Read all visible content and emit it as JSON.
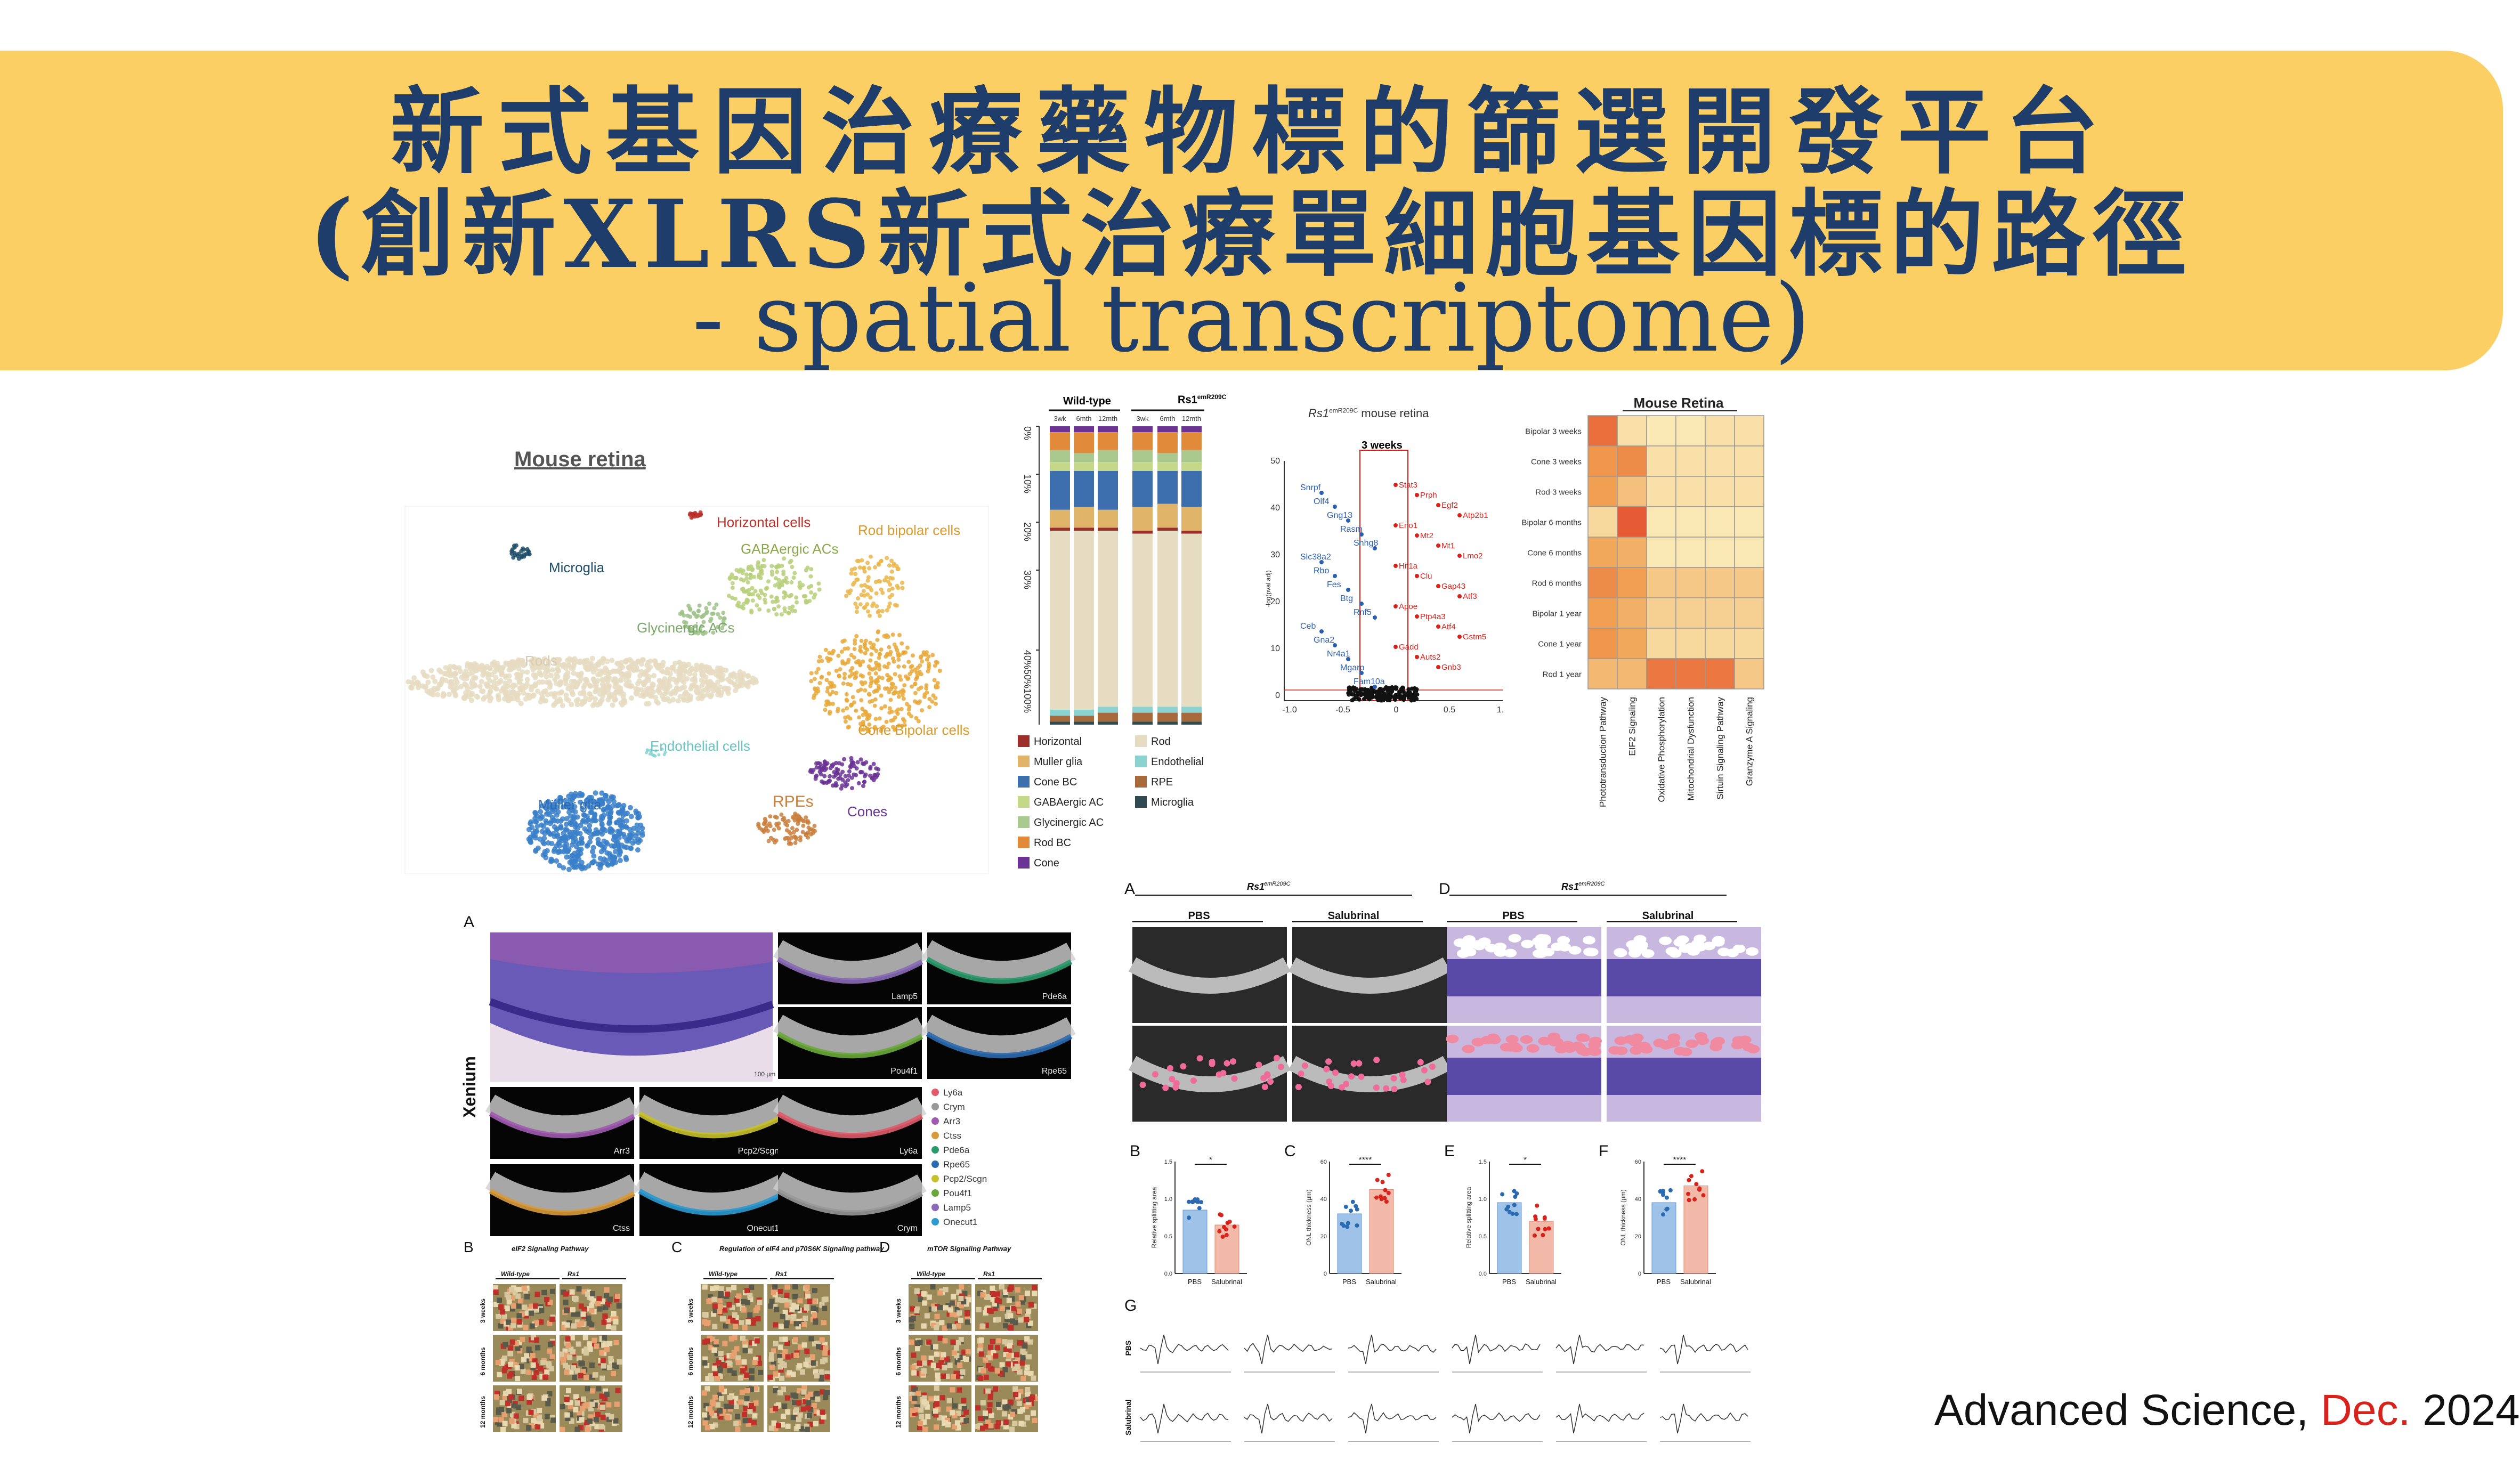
{
  "title": {
    "line1": "新式基因治療藥物標的篩選開發平台",
    "line2": "(創新XLRS新式治療單細胞基因標的路徑",
    "line3": "- spatial transcriptome)"
  },
  "umap": {
    "heading": "Mouse retina",
    "clusters": [
      "Horizontal cells",
      "Rod bipolar cells",
      "Microglia",
      "GABAergic ACs",
      "Glycinergic ACs",
      "Rods",
      "Cone Bipolar cells",
      "Endothelial cells",
      "Müller glia",
      "RPEs",
      "Cones"
    ],
    "colors": {
      "rods": "#e6dcc2",
      "muller": "#3a7fc9",
      "cone_bipolar": "#e8a93a",
      "rod_bipolar": "#eab64a",
      "gabaergic": "#b9cf7a",
      "glycinergic": "#9fc18a",
      "microglia": "#1d4c67",
      "horizontal": "#b9302a",
      "endothelial": "#8ad3d0",
      "rpe": "#c9803e",
      "cones": "#6a3394"
    }
  },
  "bar_panel": {
    "groups": [
      "Wild-type",
      "Rs1"
    ],
    "group_superscript": "emR209C",
    "timepoints": [
      "3wk",
      "6mth",
      "12mth",
      "3wk",
      "6mth",
      "12mth"
    ],
    "y_ticks": [
      "0%",
      "10%",
      "20%",
      "30%",
      "40%50%100%"
    ],
    "legend_left": [
      "Horizontal",
      "Muller glia",
      "Cone  BC",
      "GABAergic  AC",
      "Glycinergic  AC",
      "Rod  BC",
      "Cone"
    ],
    "legend_right": [
      "Rod",
      "Endothelial",
      "RPE",
      "Microglia"
    ]
  },
  "chart_data": {
    "type": "bar",
    "categories": [
      "3wk",
      "6mth",
      "12mth",
      "3wk",
      "6mth",
      "12mth"
    ],
    "series": [
      {
        "name": "Cone",
        "values": [
          2,
          2,
          2,
          2,
          2,
          2
        ],
        "color": "#6a3394"
      },
      {
        "name": "Rod  BC",
        "values": [
          6,
          7,
          6,
          6,
          7,
          6
        ],
        "color": "#e08a3a"
      },
      {
        "name": "Glycinergic  AC",
        "values": [
          4,
          3,
          4,
          4,
          3,
          4
        ],
        "color": "#a9c98f"
      },
      {
        "name": "GABAergic  AC",
        "values": [
          3,
          3,
          3,
          3,
          3,
          3
        ],
        "color": "#c5d88a"
      },
      {
        "name": "Cone  BC",
        "values": [
          13,
          12,
          13,
          12,
          11,
          12
        ],
        "color": "#3d6fae"
      },
      {
        "name": "Muller glia",
        "values": [
          6,
          7,
          6,
          8,
          8,
          8
        ],
        "color": "#e0b56a"
      },
      {
        "name": "Horizontal",
        "values": [
          1,
          1,
          1,
          1,
          1,
          1
        ],
        "color": "#9c2f2a"
      },
      {
        "name": "Rod",
        "values": [
          60,
          60,
          59,
          58,
          59,
          58
        ],
        "color": "#e6dcc2"
      },
      {
        "name": "Endothelial",
        "values": [
          2,
          2,
          2,
          2,
          2,
          2
        ],
        "color": "#8ad3d0"
      },
      {
        "name": "RPE",
        "values": [
          2,
          2,
          3,
          3,
          3,
          3
        ],
        "color": "#a86a3a"
      },
      {
        "name": "Microglia",
        "values": [
          1,
          1,
          1,
          1,
          1,
          1
        ],
        "color": "#2f4a50"
      }
    ],
    "ylim": [
      0,
      100
    ]
  },
  "volcano": {
    "title_gene": "Rs1",
    "title_sup": "emR209C",
    "title_rest": "mouse retina",
    "subtitle": "3 weeks",
    "ylabel": "-log(pval adj)",
    "x_ticks": [
      "-1.0",
      "-0.5",
      "0",
      "0.5",
      "1.0"
    ],
    "y_ticks": [
      "0",
      "10",
      "20",
      "30",
      "40",
      "50"
    ],
    "down_genes": [
      "Snrpf",
      "Olf4",
      "Gng13",
      "Rasm",
      "Snhg8",
      "Slc38a2",
      "Rbo",
      "Fes",
      "Btg",
      "Rnf5",
      "Ceb",
      "Gna2",
      "Nr4a1",
      "Mgarp",
      "Fam10a"
    ],
    "up_genes": [
      "Stat3",
      "Prph",
      "Egf2",
      "Atp2b1",
      "Eno1",
      "Mt2",
      "Mt1",
      "Lmo2",
      "Hif1a",
      "Clu",
      "Gap43",
      "Atf3",
      "Apoe",
      "Ptp4a3",
      "Atf4",
      "Gstm5",
      "Gadd",
      "Auts2",
      "Gnb3"
    ],
    "colors": {
      "down": "#2b5fb3",
      "up": "#d8231c"
    }
  },
  "heatmap": {
    "title": "Mouse Retina",
    "rows": [
      "Bipolar 3 weeks",
      "Cone 3 weeks",
      "Rod 3 weeks",
      "Bipolar 6 months",
      "Cone 6 months",
      "Rod 6 months",
      "Bipolar 1 year",
      "Cone 1 year",
      "Rod 1 year"
    ],
    "columns": [
      "Phototransduction Pathway",
      "EIF2 Signaling",
      "Oxidative Phosphorylation",
      "Mitochondrial Dysfunction",
      "Sirtuin Signaling Pathway",
      "Granzyme A Signaling"
    ],
    "values": [
      [
        0.75,
        0.1,
        0.05,
        0.05,
        0.1,
        0.1
      ],
      [
        0.55,
        0.6,
        0.1,
        0.1,
        0.1,
        0.1
      ],
      [
        0.5,
        0.3,
        0.1,
        0.1,
        0.1,
        0.1
      ],
      [
        0.15,
        0.85,
        0.05,
        0.05,
        0.05,
        0.05
      ],
      [
        0.45,
        0.4,
        0.05,
        0.05,
        0.05,
        0.05
      ],
      [
        0.6,
        0.5,
        0.25,
        0.25,
        0.25,
        0.25
      ],
      [
        0.5,
        0.4,
        0.2,
        0.2,
        0.2,
        0.2
      ],
      [
        0.55,
        0.45,
        0.15,
        0.15,
        0.15,
        0.15
      ],
      [
        0.35,
        0.35,
        0.7,
        0.7,
        0.7,
        0.25
      ]
    ]
  },
  "xenium_panel": {
    "letters": [
      "A",
      "B",
      "C",
      "D"
    ],
    "side_label": "Xenium",
    "tiles": [
      "Lamp5",
      "Pde6a",
      "Pou4f1",
      "Rpe65",
      "Arr3",
      "Pcp2/Scgn",
      "Ly6a",
      "Ctss",
      "Onecut1",
      "Crym"
    ],
    "legend": [
      "Ly6a",
      "Crym",
      "Arr3",
      "Ctss",
      "Pde6a",
      "Rpe65",
      "Pcp2/Scgn",
      "Pou4f1",
      "Lamp5",
      "Onecut1"
    ],
    "legend_colors": [
      "#e05a6a",
      "#999999",
      "#a05ab0",
      "#d89a3a",
      "#2a9a6a",
      "#2a6ab0",
      "#c8c02a",
      "#6aa83a",
      "#8a6ab8",
      "#2a9ad0"
    ],
    "scale_label": "100 µm",
    "bottom_titles": [
      "eIF2 Signaling Pathway",
      "Regulation of eIF4 and p70S6K Signaling pathway",
      "mTOR Signaling Pathway"
    ],
    "bottom_cols": [
      "Wild-type",
      "Rs1"
    ],
    "bottom_sup": "emR209C",
    "bottom_rows": [
      "3 weeks",
      "6 months",
      "12 months"
    ]
  },
  "treatment_panel": {
    "letters": [
      "A",
      "B",
      "C",
      "D",
      "E",
      "F",
      "G"
    ],
    "gene": "Rs1",
    "sup": "emR209C",
    "conditions": [
      "PBS",
      "Salubrinal"
    ],
    "bar_ylabels": [
      "Relative splitting area",
      "ONL thickness (µm)",
      "Relative splitting area",
      "ONL thickness (µm)"
    ],
    "significance": [
      "*",
      "****",
      "*",
      "****"
    ],
    "erg_rows": [
      "PBS",
      "Salubrinal"
    ],
    "colors": {
      "pbs": "#9fc3e8",
      "sal": "#f2b8a8",
      "pbs_dot": "#2a6ab0",
      "sal_dot": "#d8231c"
    }
  },
  "citation": {
    "journal": "Advanced Science, ",
    "month": "Dec.",
    "year": " 2024"
  }
}
